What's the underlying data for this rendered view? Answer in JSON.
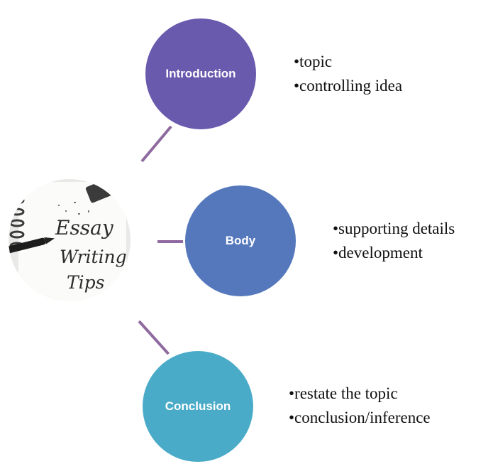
{
  "diagram": {
    "center_image": {
      "lines": [
        "Essay",
        "Writing",
        "Tips"
      ]
    },
    "nodes": [
      {
        "label": "Introduction",
        "color": "#6a5aae",
        "bullets": [
          "•topic",
          "•controlling idea"
        ]
      },
      {
        "label": "Body",
        "color": "#5578bd",
        "bullets": [
          "•supporting details",
          "•development"
        ]
      },
      {
        "label": "Conclusion",
        "color": "#4aabc8",
        "bullets": [
          "•restate the topic",
          "•conclusion/inference"
        ]
      }
    ],
    "connector_color": "#8e6aa0"
  }
}
